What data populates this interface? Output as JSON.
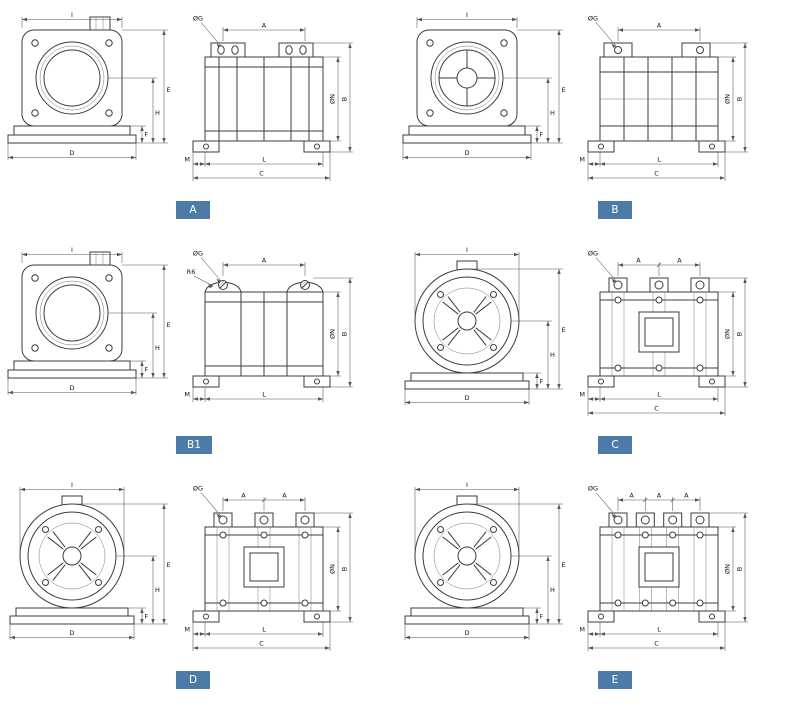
{
  "badge_color": "#4d7ba7",
  "line_color": "#3c3c3c",
  "panels": [
    {
      "id": "A",
      "badge": "A",
      "end": {
        "style": "square",
        "gland": true,
        "face": "rings",
        "top": "I",
        "bottom": "D",
        "e": "E",
        "f": "F",
        "h": "H"
      },
      "side": {
        "style": "ribs",
        "segments": [
          "A"
        ],
        "leader": "ØG",
        "n": "ØN",
        "b": "B",
        "l": "L",
        "c": "C",
        "m": "M"
      }
    },
    {
      "id": "B",
      "badge": "B",
      "end": {
        "style": "square",
        "gland": false,
        "face": "cross",
        "top": "I",
        "bottom": "D",
        "e": "E",
        "f": "F",
        "h": "H"
      },
      "side": {
        "style": "grid",
        "segments": [
          "A"
        ],
        "leader": "ØG",
        "n": "ØN",
        "b": "B",
        "l": "L",
        "c": "C",
        "m": "M"
      }
    },
    {
      "id": "B1",
      "badge": "B1",
      "end": {
        "style": "square",
        "gland": true,
        "face": "rings",
        "top": "I",
        "bottom": "D",
        "e": "E",
        "f": "F",
        "h": "H"
      },
      "side": {
        "style": "scallop",
        "segments": [
          "A"
        ],
        "leader": "ØG",
        "extra_leader": "R6",
        "n": "ØN",
        "b": "B",
        "l": "L",
        "m": "M"
      }
    },
    {
      "id": "C",
      "badge": "C",
      "end": {
        "style": "round",
        "face": "spokes",
        "top": "I",
        "bottom": "D",
        "e": "E",
        "f": "F",
        "h": "H"
      },
      "side": {
        "style": "columns",
        "segments": [
          "A",
          "A"
        ],
        "leader": "ØG",
        "n": "ØN",
        "b": "B",
        "l": "L",
        "c": "C",
        "m": "M"
      }
    },
    {
      "id": "D",
      "badge": "D",
      "end": {
        "style": "round",
        "face": "spokes",
        "top": "I",
        "bottom": "D",
        "e": "E",
        "f": "F",
        "h": "H"
      },
      "side": {
        "style": "columns",
        "segments": [
          "A",
          "A"
        ],
        "leader": "ØG",
        "n": "ØN",
        "b": "B",
        "l": "L",
        "c": "C",
        "m": "M"
      }
    },
    {
      "id": "E",
      "badge": "E",
      "end": {
        "style": "round",
        "face": "spokes",
        "top": "I",
        "bottom": "D",
        "e": "E",
        "f": "F",
        "h": "H"
      },
      "side": {
        "style": "columns",
        "segments": [
          "A",
          "A",
          "A"
        ],
        "leader": "ØG",
        "n": "ØN",
        "b": "B",
        "l": "L",
        "c": "C",
        "m": "M"
      }
    }
  ]
}
